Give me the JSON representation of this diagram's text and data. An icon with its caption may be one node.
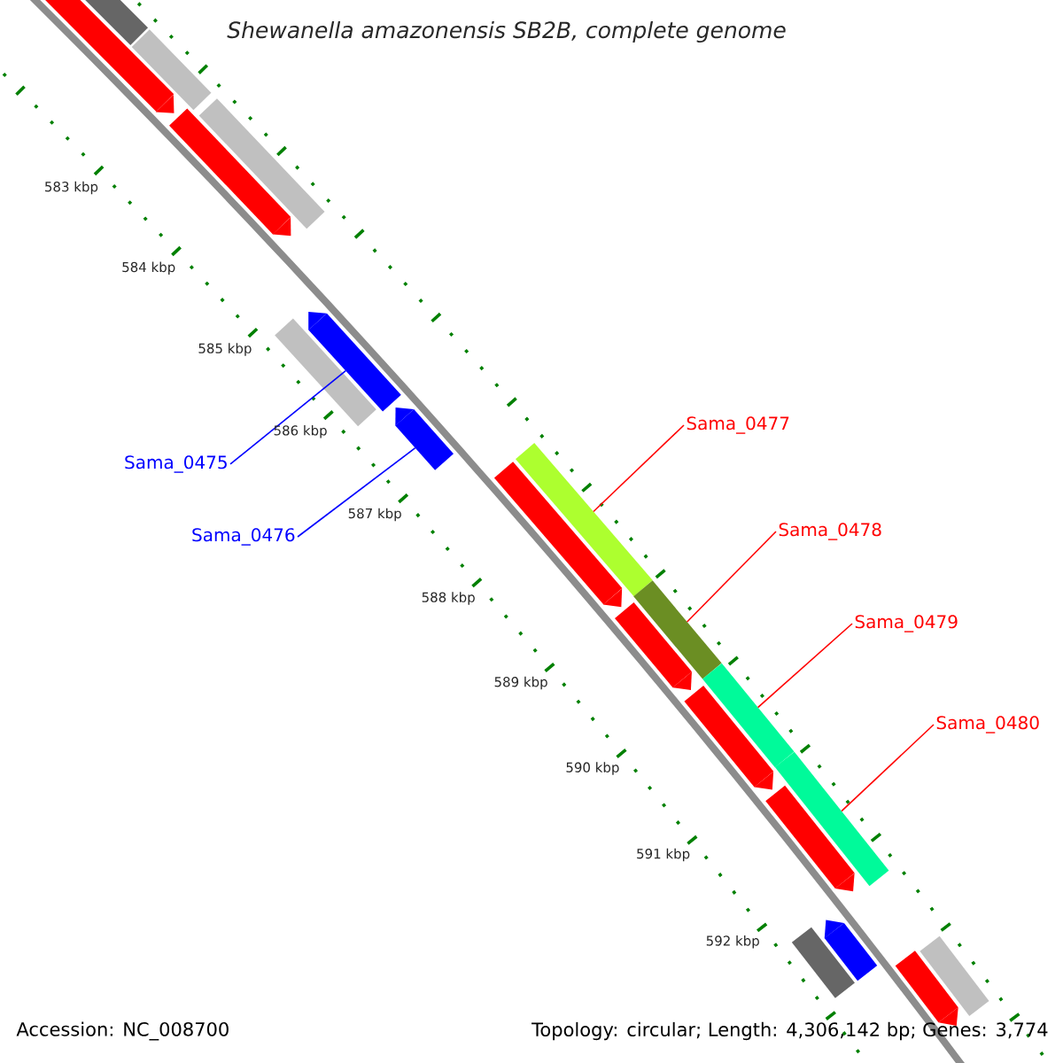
{
  "diagram": {
    "title": "Shewanella amazonensis SB2B, complete genome",
    "nodes": [
      {
        "text": [],
        "shape": "bar"
      },
      {
        "text": [],
        "shape": "bar"
      },
      {
        "text": [],
        "shape": "bar"
      },
      {
        "text": [],
        "shape": "bar"
      },
      {
        "text": [],
        "shape": "bar"
      },
      {
        "text": [],
        "shape": "bar"
      },
      {
        "text": [],
        "shape": "bar"
      },
      {
        "text": [],
        "shape": "bar"
      },
      {
        "text": [],
        "shape": "bar"
      },
      {
        "text": [],
        "shape": "bar"
      },
      {
        "text": [],
        "shape": "bar"
      },
      {
        "text": [],
        "shape": "bar"
      },
      {
        "text": [],
        "shape": "bar"
      },
      {
        "text": [],
        "shape": "bar"
      },
      {
        "text": [],
        "shape": "bar"
      },
      {
        "text": [],
        "shape": "bar"
      },
      {
        "text": [],
        "shape": "bar"
      },
      {
        "text": [],
        "shape": "bar"
      },
      {
        "text": [],
        "shape": "bar"
      },
      {
        "text": [],
        "shape": "bar"
      },
      {
        "text": [
          "Sama_0475"
        ]
      },
      {
        "text": [
          "Sama_0476"
        ]
      },
      {
        "text": [
          "Sama_0477"
        ]
      },
      {
        "text": [
          "Sama_0478"
        ]
      },
      {
        "text": [
          "Sama_0479"
        ]
      },
      {
        "text": [
          "Sama_0480"
        ]
      }
    ],
    "edges": [
      {
        "from": 20,
        "to": 6,
        "arrow": "none",
        "color": "#0000ff"
      },
      {
        "from": 21,
        "to": 7,
        "arrow": "none",
        "color": "#0000ff"
      },
      {
        "from": 22,
        "to": 9,
        "arrow": "none"
      },
      {
        "from": 23,
        "to": 10,
        "arrow": "none"
      },
      {
        "from": 24,
        "to": 12,
        "arrow": "none"
      },
      {
        "from": 25,
        "to": 14,
        "arrow": "none"
      }
    ],
    "labels": [
      "583 kbp",
      "584 kbp",
      "585 kbp",
      "586 kbp",
      "587 kbp",
      "588 kbp",
      "589 kbp",
      "590 kbp",
      "591 kbp",
      "592 kbp",
      "Accession: NC_008700",
      "Topology: circular; Length: 4,306,142 bp; Genes: 3,774"
    ]
  }
}
